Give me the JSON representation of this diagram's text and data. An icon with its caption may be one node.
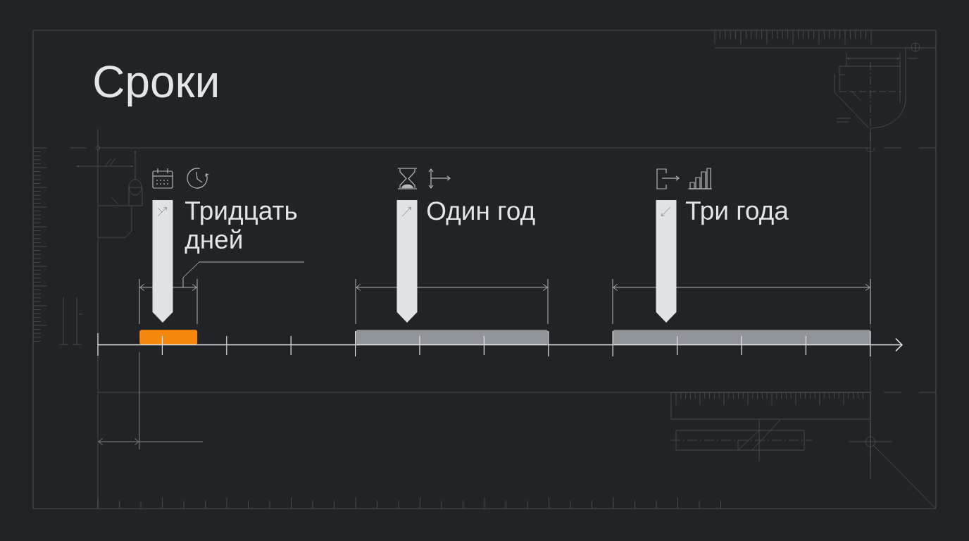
{
  "diagram": {
    "title": "Сроки",
    "nodes": [
      {
        "text": [
          "Тридцать дней"
        ]
      },
      {
        "text": [
          "Один год"
        ]
      },
      {
        "text": [
          "Три года"
        ]
      },
      {
        "text": [],
        "shape": "bar"
      },
      {
        "text": [],
        "shape": "bar"
      },
      {
        "text": [],
        "shape": "bar"
      }
    ]
  }
}
